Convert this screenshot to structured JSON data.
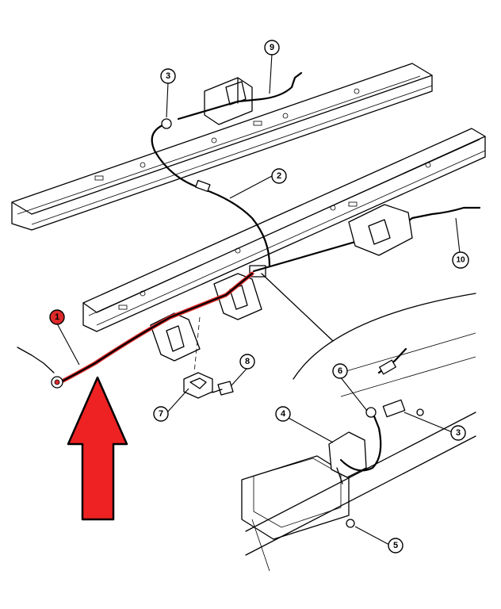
{
  "colors": {
    "highlight": "#dd2a2a",
    "arrow_fill": "#ee2222",
    "line": "#000000",
    "background": "#ffffff"
  },
  "callouts": {
    "c1": "1",
    "c2": "2",
    "c3_top": "3",
    "c3_detail": "3",
    "c4": "4",
    "c5": "5",
    "c6": "6",
    "c7": "7",
    "c8": "8",
    "c9": "9",
    "c10": "10"
  }
}
